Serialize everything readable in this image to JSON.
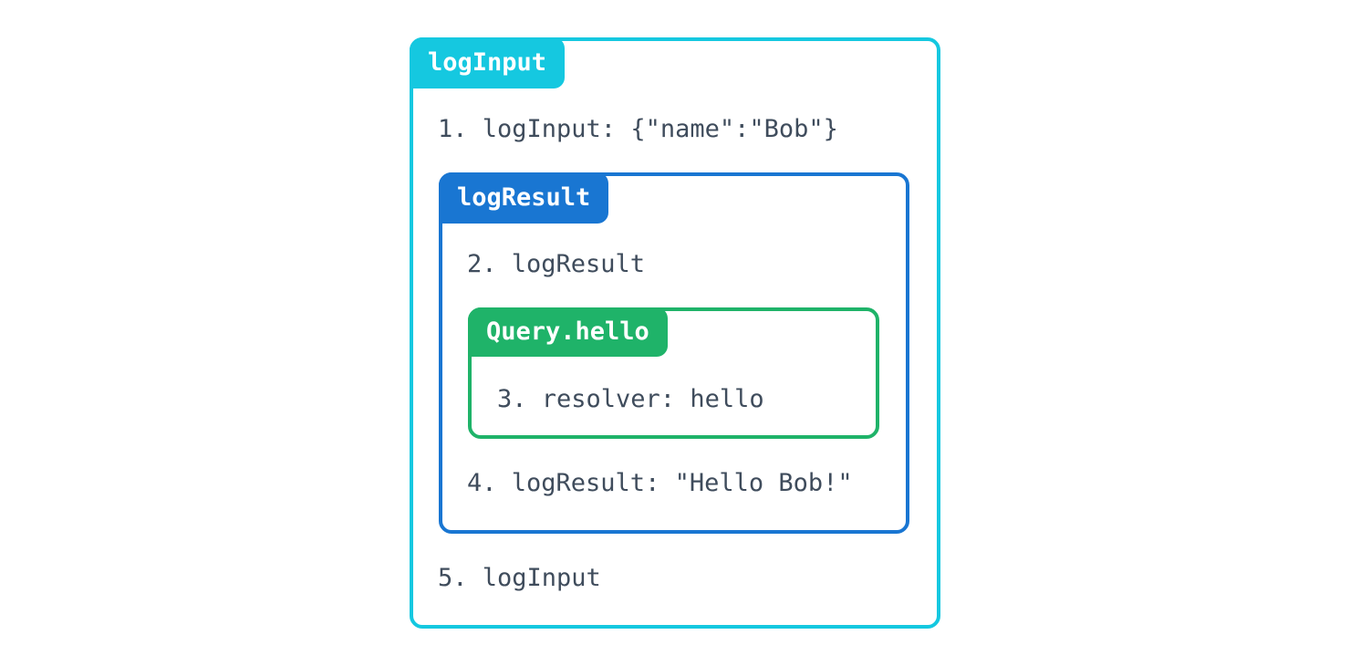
{
  "diagram": {
    "text_color": "#3f4c5c",
    "background_color": "#ffffff",
    "frames": [
      {
        "label": "logInput",
        "accent_color": "#15c8e0",
        "line_before": "1. logInput: {\"name\":\"Bob\"}",
        "line_after": "5. logInput"
      },
      {
        "label": "logResult",
        "accent_color": "#1976d2",
        "line_before": "2. logResult",
        "line_after": "4. logResult: \"Hello Bob!\""
      },
      {
        "label": "Query.hello",
        "accent_color": "#1fb369",
        "line": "3. resolver: hello"
      }
    ]
  }
}
